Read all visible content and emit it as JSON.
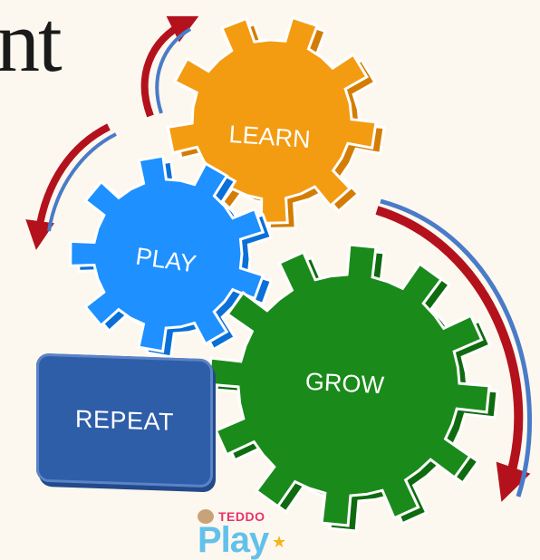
{
  "title_fragment": "nt",
  "gears": {
    "learn": {
      "label": "LEARN",
      "color": "#f39c12",
      "shade": "#d47d05"
    },
    "play": {
      "label": "PLAY",
      "color": "#1e90ff",
      "shade": "#0a6fd6"
    },
    "grow": {
      "label": "GROW",
      "color": "#1a8a1a",
      "shade": "#0f6b0f"
    }
  },
  "repeat_box": {
    "label": "REPEAT",
    "color": "#2f5ea8"
  },
  "arrows": {
    "red": "#b3121d",
    "blue": "#4a7bc8"
  },
  "logo": {
    "top_text": "TEDDO",
    "bottom_text": "Play"
  }
}
